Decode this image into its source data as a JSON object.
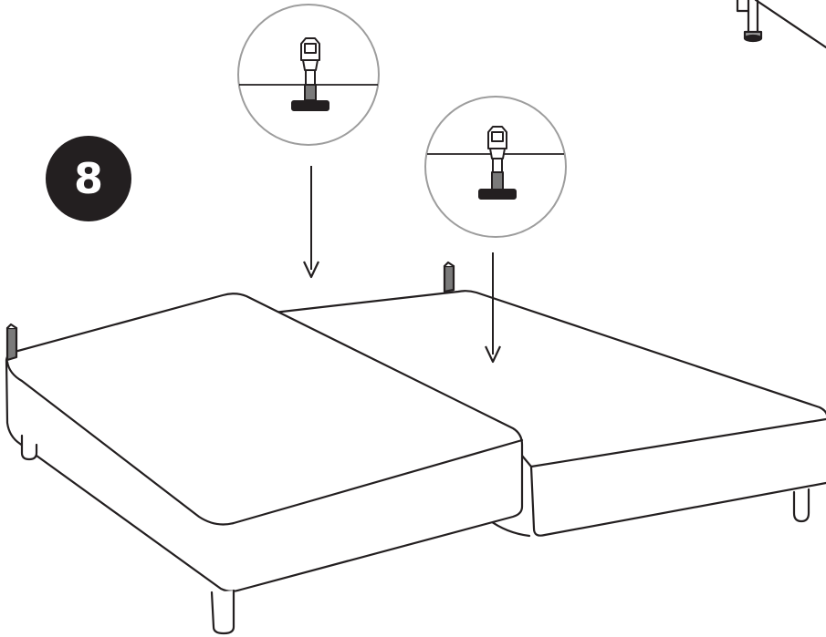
{
  "step": {
    "number": "8"
  },
  "colors": {
    "ink": "#231f20",
    "detail_ring": "#9d9d9d",
    "leg_fill": "#ffffff",
    "bracket_fill": "#7a7a7a"
  },
  "detail_views": [
    {
      "name": "detail-left",
      "shows": "adjustable-foot"
    },
    {
      "name": "detail-right",
      "shows": "adjustable-foot"
    }
  ],
  "icons": [
    "adjustable-foot-icon",
    "arrow-down-icon"
  ]
}
